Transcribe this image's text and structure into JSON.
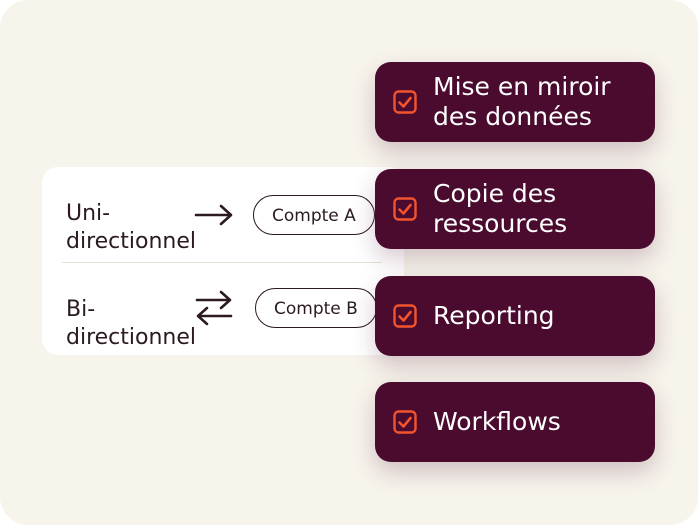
{
  "sync_modes": [
    {
      "label_lines": [
        "Uni-",
        "directionnel"
      ],
      "account": "Compte A",
      "arrow": "arrow-right-icon"
    },
    {
      "label_lines": [
        "Bi-",
        "directionnel"
      ],
      "account": "Compte B",
      "arrow": "swap-arrows-icon"
    }
  ],
  "features": [
    {
      "label_lines": [
        "Mise en miroir",
        "des données"
      ],
      "checked": true
    },
    {
      "label_lines": [
        "Copie des",
        "ressources"
      ],
      "checked": true
    },
    {
      "label_lines": [
        "Reporting"
      ],
      "checked": true
    },
    {
      "label_lines": [
        "Workflows"
      ],
      "checked": true
    }
  ],
  "colors": {
    "background": "#f7f4ec",
    "card": "#ffffff",
    "feature_bg": "#4a0b2e",
    "check_accent": "#f2542d",
    "text_dark": "#2b1a22"
  }
}
